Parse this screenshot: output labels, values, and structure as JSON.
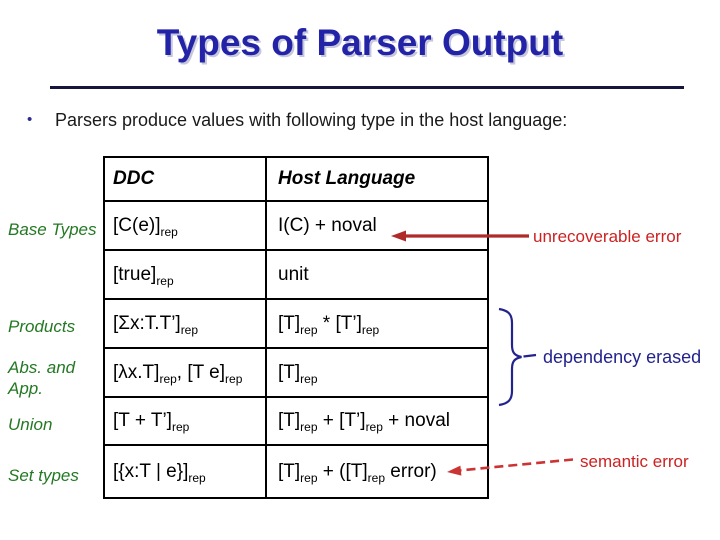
{
  "slide": {
    "title": "Types of Parser Output",
    "bullet_text": "Parsers produce values with following type in the host language:"
  },
  "table": {
    "headers": [
      "DDC",
      "Host Language"
    ],
    "rows": [
      {
        "label": "Base Types",
        "ddc": "[C(e)]~rep~",
        "host": "I(C) + noval"
      },
      {
        "label": "",
        "ddc": "[true]~rep~",
        "host": "unit"
      },
      {
        "label": "Products",
        "ddc": "[Σx:T.T’]~rep~",
        "host": "[T]~rep~ * [T’]~rep~"
      },
      {
        "label": "Abs. and App.",
        "ddc": "[λx.T]~rep~, [T e]~rep~",
        "host": "[T]~rep~"
      },
      {
        "label": "Union",
        "ddc": "[T + T’]~rep~",
        "host": "[T]~rep~ + [T’]~rep~ + noval"
      },
      {
        "label": "Set types",
        "ddc": "[{x:T | e}]~rep~",
        "host": "[T]~rep~ + ([T]~rep~ error)"
      }
    ]
  },
  "annotations": {
    "unrecoverable": "unrecoverable error",
    "dependency": "dependency erased",
    "semantic": "semantic error"
  },
  "colors": {
    "title_blue": "#2323A8",
    "rule_navy": "#15153E",
    "label_green": "#237823",
    "annotation_red": "#CC2222",
    "arrow_red": "#AF2B2B",
    "arrow_red2": "#CC3333",
    "annotation_blue": "#23238E"
  }
}
